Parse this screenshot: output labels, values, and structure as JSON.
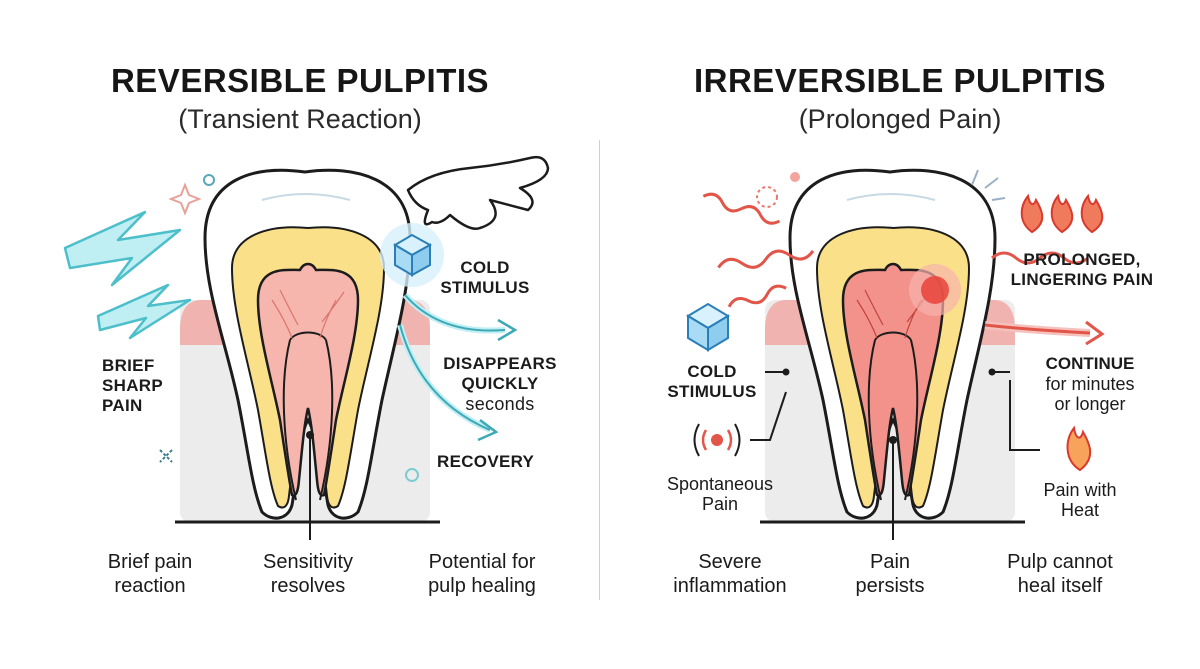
{
  "left": {
    "title": "REVERSIBLE PULPITIS",
    "subtitle": "(Transient Reaction)",
    "cold_stimulus": [
      "COLD",
      "STIMULUS"
    ],
    "brief_sharp_pain": [
      "BRIEF",
      "SHARP",
      "PAIN"
    ],
    "disappears": [
      "DISAPPEARS",
      "QUICKLY"
    ],
    "disappears_sub": "seconds",
    "recovery": "RECOVERY",
    "captions": [
      [
        "Brief pain",
        "reaction"
      ],
      [
        "Sensitivity",
        "resolves"
      ],
      [
        "Potential for",
        "pulp healing"
      ]
    ]
  },
  "right": {
    "title": "IRREVERSIBLE PULPITIS",
    "subtitle": "(Prolonged Pain)",
    "prolonged": [
      "PROLONGED,",
      "LINGERING PAIN"
    ],
    "cold_stimulus": [
      "COLD",
      "STIMULUS"
    ],
    "continue_label": "CONTINUE",
    "continue_sub": [
      "for minutes",
      "or longer"
    ],
    "spontaneous": [
      "Spontaneous",
      "Pain"
    ],
    "pain_heat": [
      "Pain with",
      "Heat"
    ],
    "captions": [
      [
        "Severe",
        "inflammation"
      ],
      [
        "Pain",
        "persists"
      ],
      [
        "Pulp cannot",
        "heal itself"
      ]
    ]
  },
  "colors": {
    "enamel": "#ffffff",
    "dentin": "#fbe08a",
    "pulp": "#f6b6ae",
    "gum": "#f2a9a6",
    "bone": "#ececec",
    "accent_teal": "#5cc8d2",
    "accent_red": "#e25549",
    "outline": "#1c1c1c"
  }
}
